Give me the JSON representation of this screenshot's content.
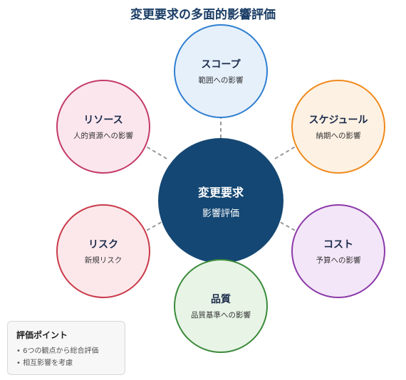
{
  "title": "変更要求の多面的影響評価",
  "center": {
    "label": "変更要求",
    "sub": "影響評価",
    "color": "#144773"
  },
  "nodes": [
    {
      "id": "scope",
      "label": "スコープ",
      "sub": "範囲への影響",
      "border": "#2f7fd0",
      "fill": "#e6f0fb"
    },
    {
      "id": "schedule",
      "label": "スケジュール",
      "sub": "納期への影響",
      "border": "#f08a1c",
      "fill": "#fdf1e3"
    },
    {
      "id": "cost",
      "label": "コスト",
      "sub": "予算への影響",
      "border": "#8b3aa8",
      "fill": "#f3e6f8"
    },
    {
      "id": "quality",
      "label": "品質",
      "sub": "品質基準への影響",
      "border": "#3a8a3a",
      "fill": "#e8f4e6"
    },
    {
      "id": "risk",
      "label": "リスク",
      "sub": "新規リスク",
      "border": "#c93a4a",
      "fill": "#fce8ea"
    },
    {
      "id": "resource",
      "label": "リソース",
      "sub": "人的資源への影響",
      "border": "#c43a6a",
      "fill": "#fbe6ee"
    }
  ],
  "points_box": {
    "title": "評価ポイント",
    "items": [
      "• 6つの観点から総合評価",
      "• 相互影響を考慮"
    ]
  }
}
